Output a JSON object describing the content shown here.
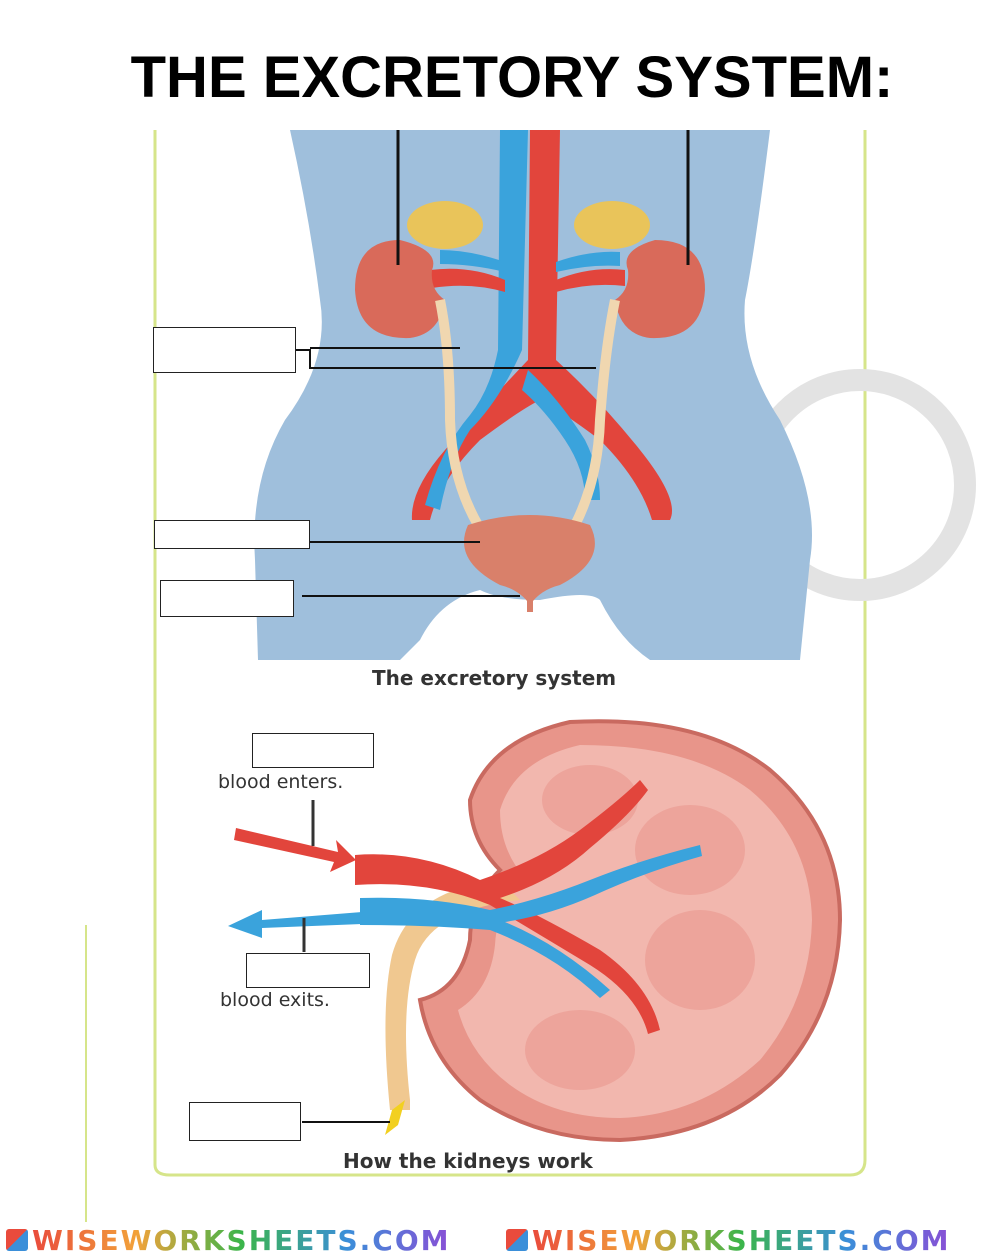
{
  "title": "THE EXCRETORY SYSTEM:",
  "top_caption": "The excretory system",
  "bottom_caption": "How the kidneys work",
  "blood_enters": "blood enters.",
  "blood_exits": "blood exits.",
  "brand_left": "WISEWORKSHEETS.COM",
  "brand_right": "WISEWORKSHEETS.COM",
  "colors": {
    "body_blue": "#9fbfdc",
    "artery_red": "#e2453c",
    "vein_blue": "#3aa3dc",
    "kidney": "#d96a5a",
    "adrenal": "#e9c45a",
    "ureter": "#f0d7b0",
    "border_green": "#d6e58a"
  }
}
